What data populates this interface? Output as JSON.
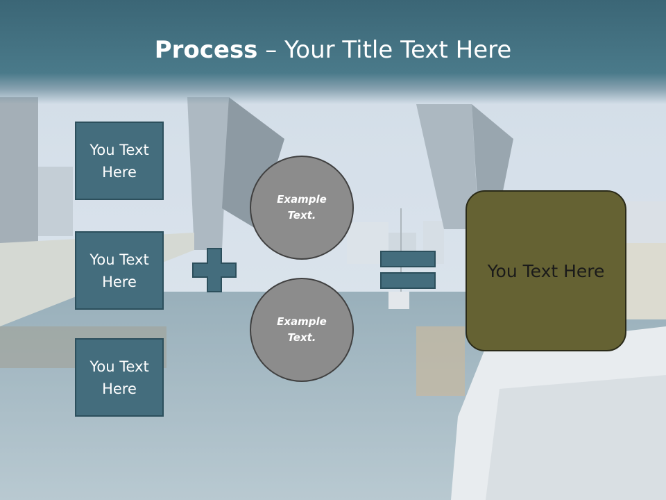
{
  "slide": {
    "title_bold": "Process",
    "title_rest": " – Your Title Text Here",
    "boxes": [
      "You Text Here",
      "You Text Here",
      "You Text Here"
    ],
    "circles": [
      "Example Text.",
      "Example Text."
    ],
    "result": "You Text Here"
  },
  "colors": {
    "title_band": "#4a7a8a",
    "box_fill": "#446d7d",
    "circle_fill": "#8c8c8c",
    "result_fill": "#656233"
  },
  "icons": [
    "plus-icon",
    "equals-icon"
  ]
}
